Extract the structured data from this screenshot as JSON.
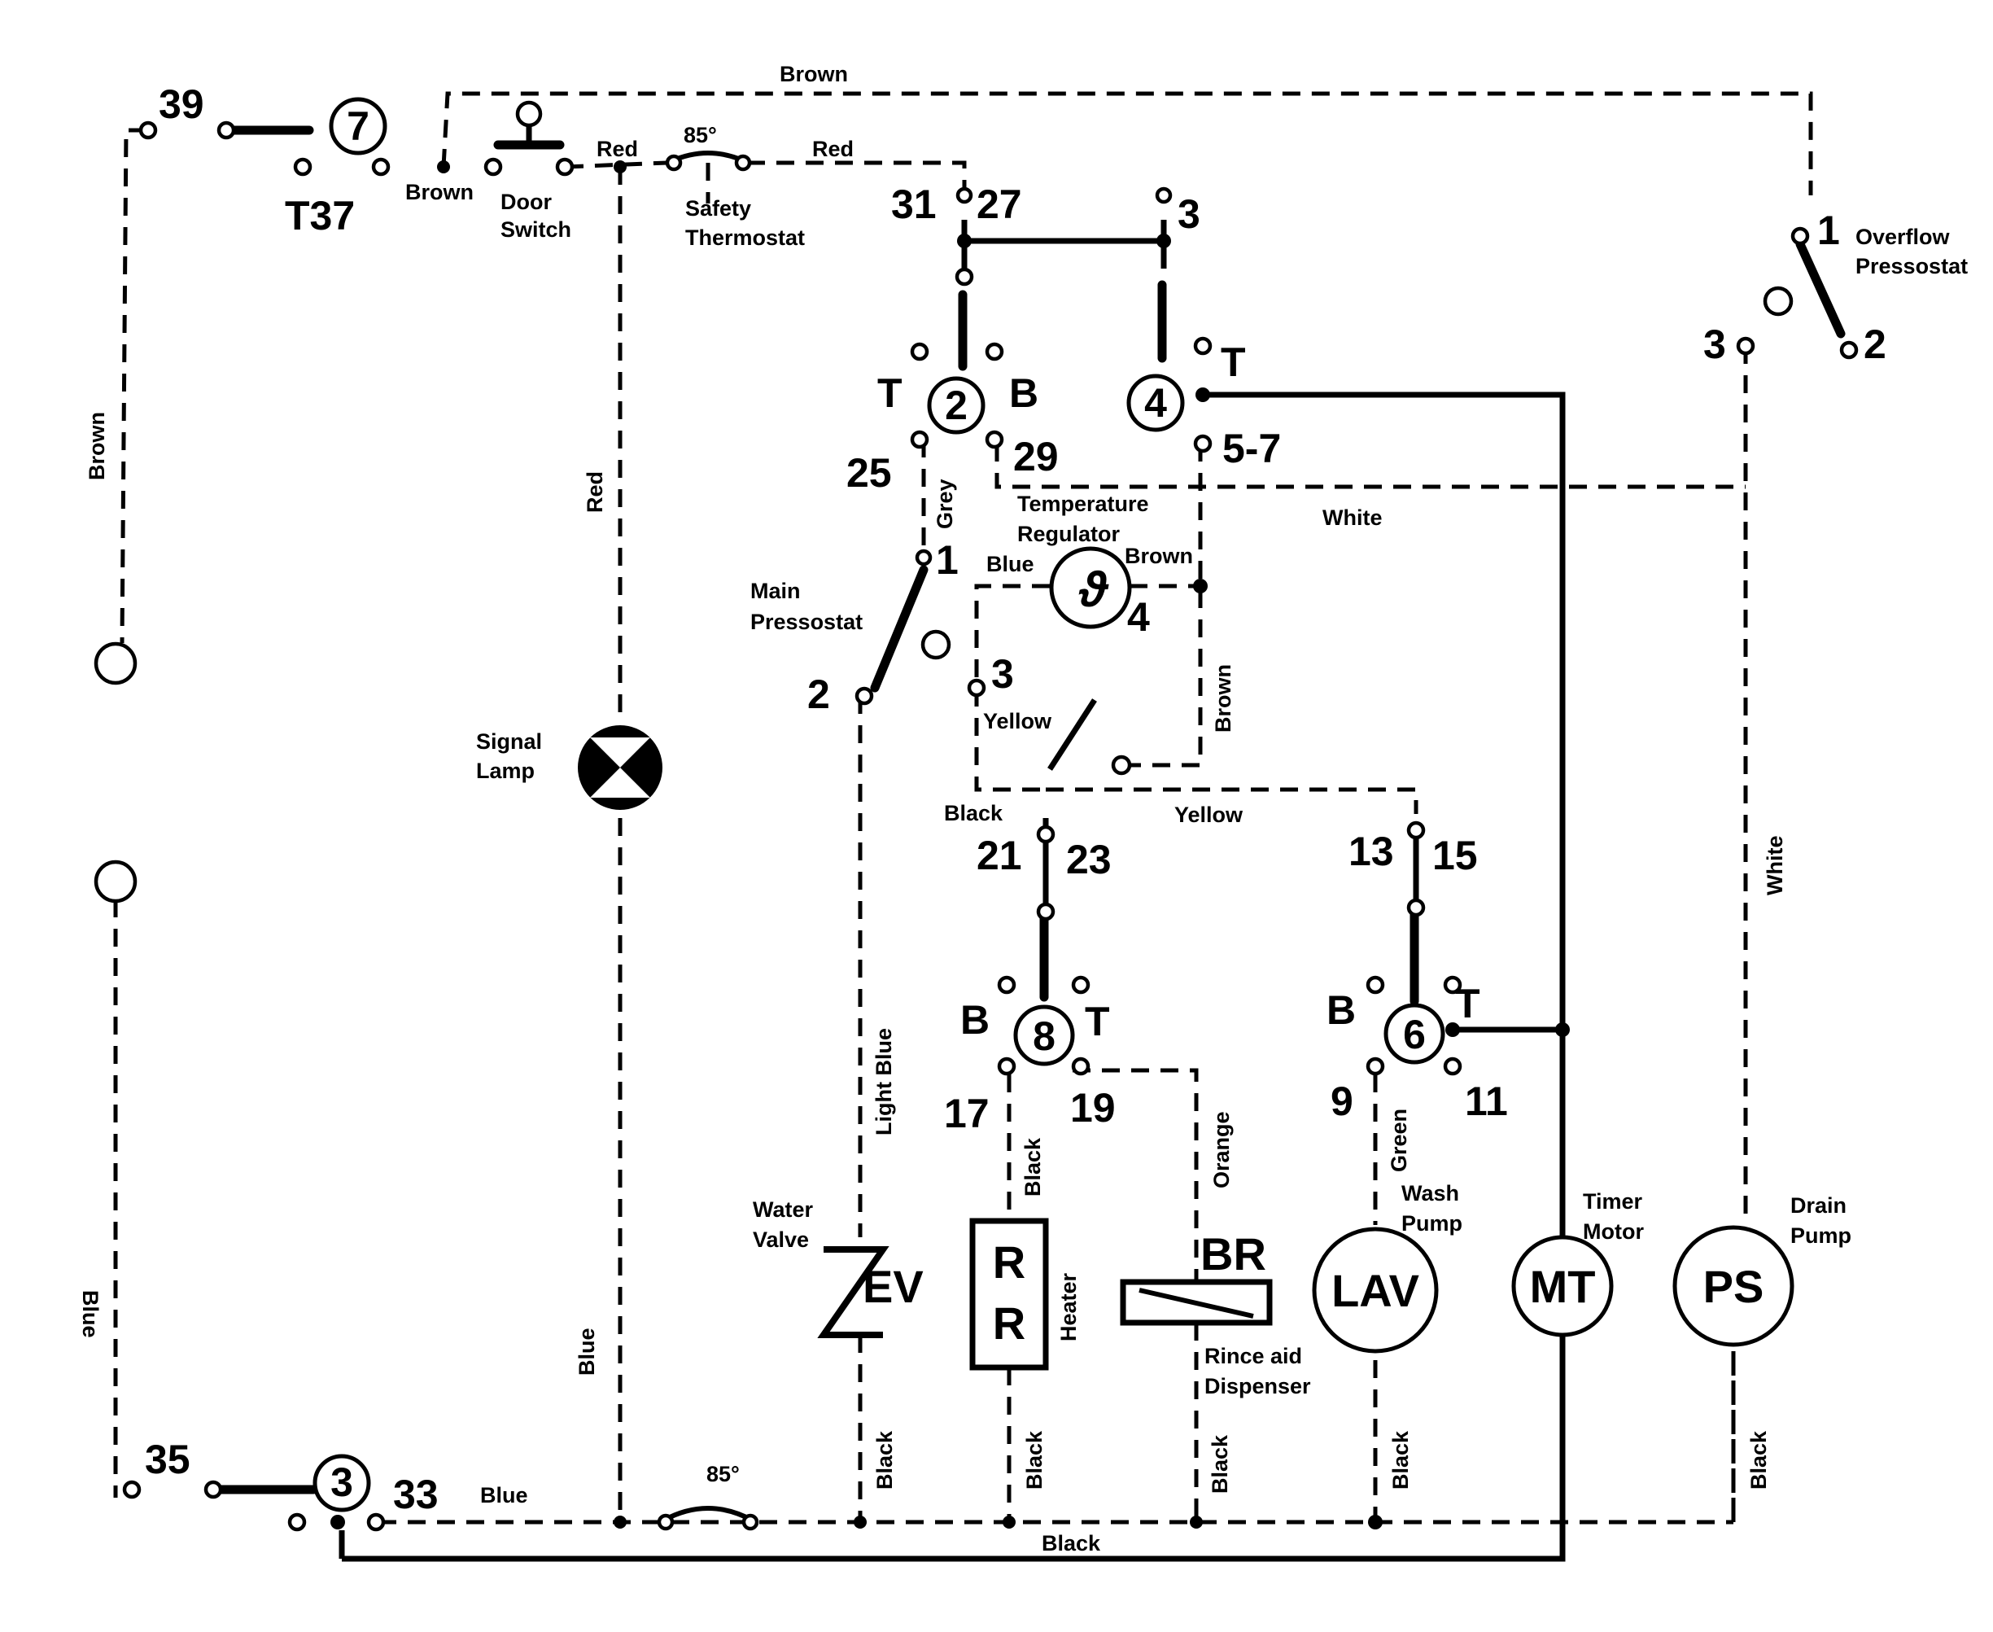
{
  "page": {
    "wire_colors": {
      "top_loop": "Brown",
      "left_top": "Brown",
      "door_link": "Brown",
      "to_safety": "Red",
      "to_timer": "Red",
      "lamp_feed": "Red",
      "lamp_return": "Blue",
      "left_bottom": "Blue",
      "bottom_bus": "Blue",
      "ground_bus": "Black",
      "grey": "Grey",
      "white": "White",
      "white_vertical": "White",
      "blue_thermo": "Blue",
      "brown_thermo": "Brown",
      "brown_vertical": "Brown",
      "yellow_switch": "Yellow",
      "yellow_link": "Yellow",
      "black_link": "Black",
      "light_blue": "Light Blue",
      "black_heater": "Black",
      "orange": "Orange",
      "green": "Green",
      "black_ev": "Black",
      "black_rr": "Black",
      "black_br": "Black",
      "black_lav": "Black",
      "black_ps": "Black"
    },
    "components": {
      "door_switch": "Door\nSwitch",
      "safety_thermostat": "Safety\nThermostat",
      "thermostat_rating_top": "85°",
      "thermostat_rating_bottom": "85°",
      "overflow_pressostat": "Overflow\nPressostat",
      "main_pressostat": "Main\nPressostat",
      "temperature_regulator": "Temperature\nRegulator",
      "signal_lamp": "Signal\nLamp",
      "water_valve": "Water\nValve",
      "heater": "Heater",
      "rinse_aid": "Rince aid\nDispenser",
      "wash_pump": "Wash\nPump",
      "timer_motor": "Timer\nMotor",
      "drain_pump": "Drain\nPump"
    },
    "codes": {
      "ev": "EV",
      "rr_top": "R",
      "rr_bottom": "R",
      "br": "BR",
      "lav": "LAV",
      "mt": "MT",
      "ps": "PS"
    },
    "cams": {
      "c7": "7",
      "c2": "2",
      "c4": "4",
      "c8": "8",
      "c6": "6",
      "c3": "3"
    },
    "terminals": {
      "t39": "39",
      "t37": "T37",
      "t31": "31",
      "t27": "27",
      "t3_top": "3",
      "t25": "25",
      "t29": "29",
      "t5_7": "5-7",
      "t1_ov": "1",
      "t2_ov": "2",
      "t3_ov": "3",
      "t1_main": "1",
      "t2_main": "2",
      "t3_reg": "3",
      "t4_reg": "4",
      "t21": "21",
      "t23": "23",
      "t13": "13",
      "t15": "15",
      "t17": "17",
      "t19": "19",
      "t9": "9",
      "t11": "11",
      "t35": "35",
      "t33": "33"
    },
    "cam_letters": {
      "c2_left": "T",
      "c2_right": "B",
      "c4_right": "T",
      "c8_left": "B",
      "c8_right": "T",
      "c6_left": "B",
      "c6_right": "T"
    }
  }
}
